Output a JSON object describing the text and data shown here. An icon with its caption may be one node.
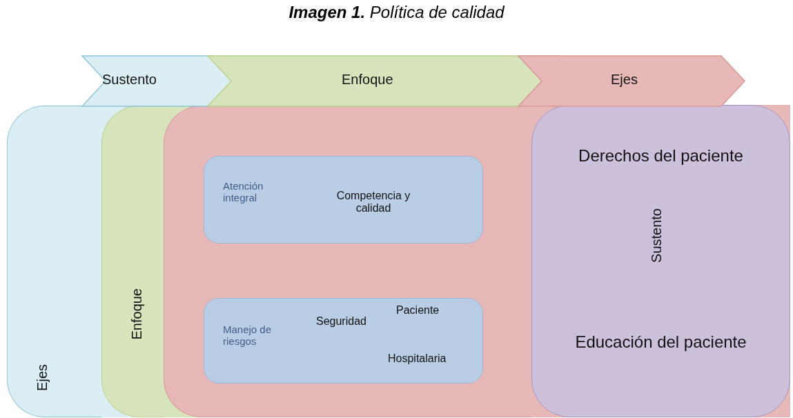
{
  "diagram": {
    "title": "**Imagen 1.** Política de calidad",
    "nodes": [
      {
        "text": [
          "Sustento"
        ]
      },
      {
        "text": [
          "Enfoque"
        ]
      },
      {
        "text": [
          "Ejes"
        ]
      },
      {
        "text": [
          "Ejes"
        ]
      },
      {
        "text": [
          "Enfoque"
        ]
      },
      {
        "text": [],
        "shape": "box"
      },
      {
        "text": [
          "Derechos del paciente",
          "Sustento",
          "Educación del paciente"
        ]
      },
      {
        "text": [
          "Atención integral",
          "Competencia y calidad"
        ],
        "in": 5
      },
      {
        "text": [
          "Manejo de riesgos",
          "Seguridad",
          "Paciente",
          "Hospitalaria"
        ],
        "in": 5
      }
    ],
    "edges": []
  }
}
